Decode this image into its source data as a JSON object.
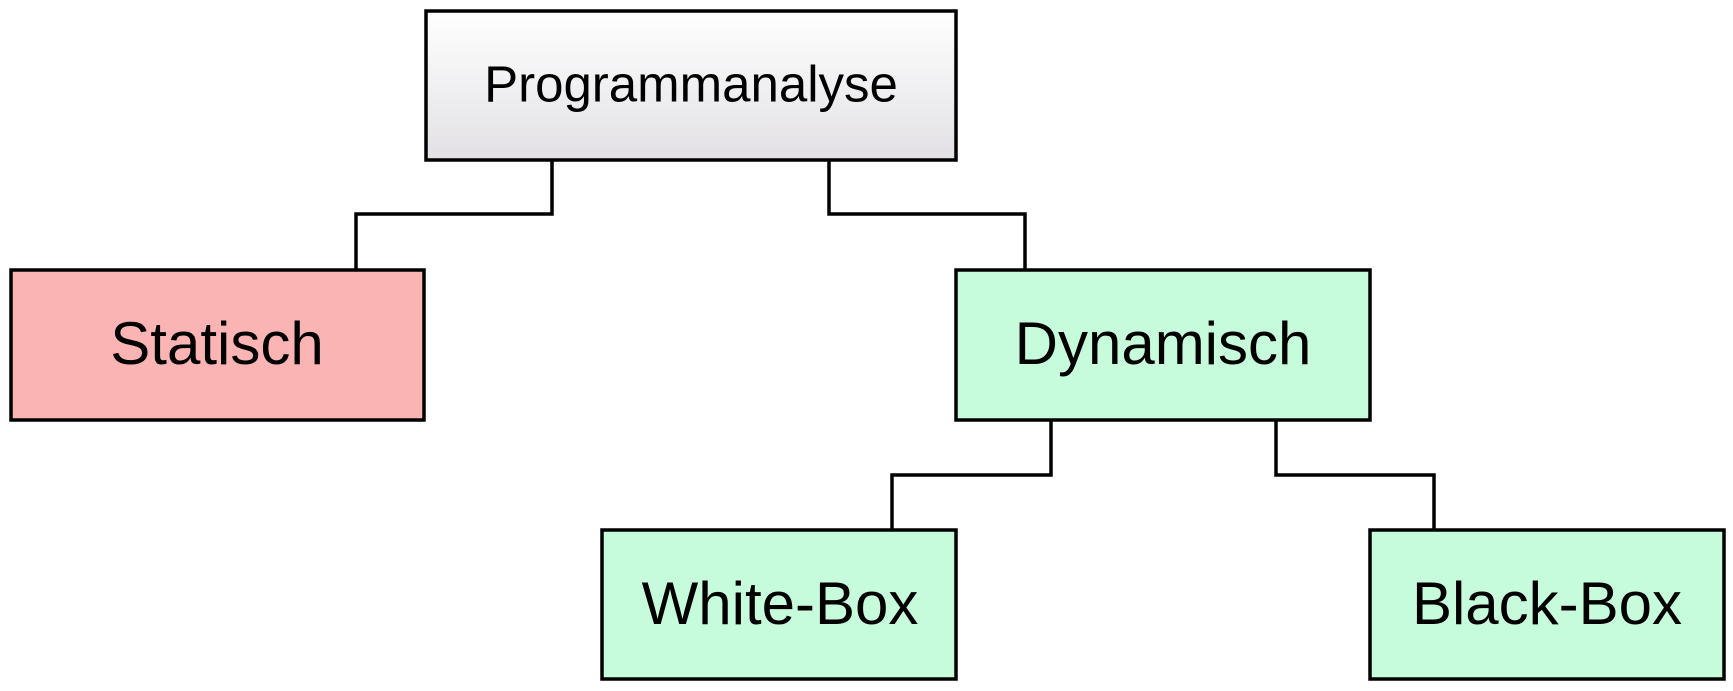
{
  "diagram": {
    "root": {
      "label": "Programmanalyse",
      "fill_top": "#ffffff",
      "fill_bottom": "#e2e0e4"
    },
    "nodes": {
      "statisch": {
        "label": "Statisch",
        "fill": "#fbb4b4"
      },
      "dynamisch": {
        "label": "Dynamisch",
        "fill": "#c6fcdc"
      },
      "white_box": {
        "label": "White-Box",
        "fill": "#c6fcdc"
      },
      "black_box": {
        "label": "Black-Box",
        "fill": "#c6fcdc"
      }
    },
    "edges": [
      {
        "from": "Programmanalyse",
        "to": "Statisch"
      },
      {
        "from": "Programmanalyse",
        "to": "Dynamisch"
      },
      {
        "from": "Dynamisch",
        "to": "White-Box"
      },
      {
        "from": "Dynamisch",
        "to": "Black-Box"
      }
    ],
    "line_color": "#000000"
  }
}
